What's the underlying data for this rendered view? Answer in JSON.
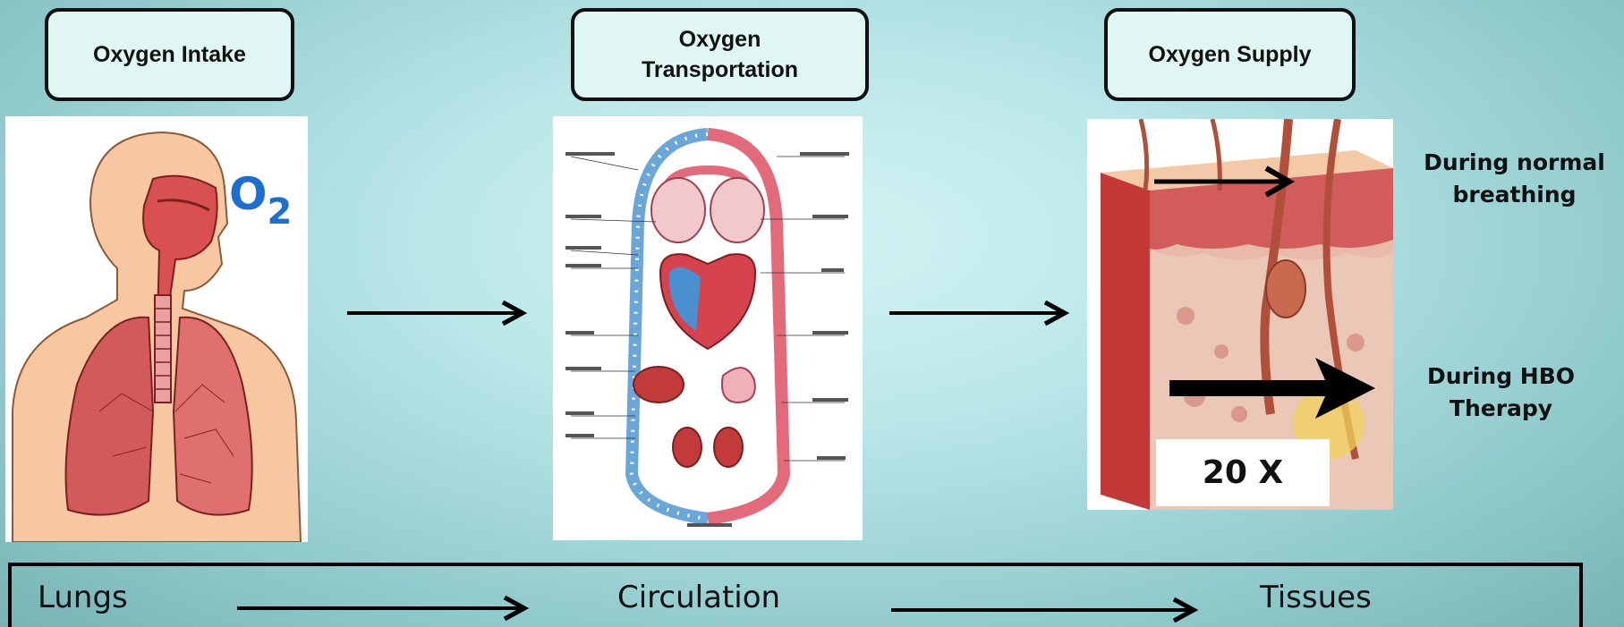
{
  "stages": {
    "intake": "Oxygen Intake",
    "transportation_line1": "Oxygen",
    "transportation_line2": "Transportation",
    "supply": "Oxygen Supply"
  },
  "oxygen_symbol": {
    "letter": "O",
    "subscript": "2"
  },
  "supply_panel": {
    "normal_line1": "During normal",
    "normal_line2": "breathing",
    "hbo_line1": "During HBO",
    "hbo_line2": "Therapy",
    "multiplier": "20 X"
  },
  "flow": {
    "lungs": "Lungs",
    "circulation": "Circulation",
    "tissues": "Tissues"
  },
  "icons": [
    "respiratory-illustration",
    "circulation-illustration",
    "skin-tissue-illustration"
  ],
  "colors": {
    "box_fill": "#dff6f2",
    "o2_blue": "#1c6fd1",
    "tissue_red": "#c84040"
  }
}
